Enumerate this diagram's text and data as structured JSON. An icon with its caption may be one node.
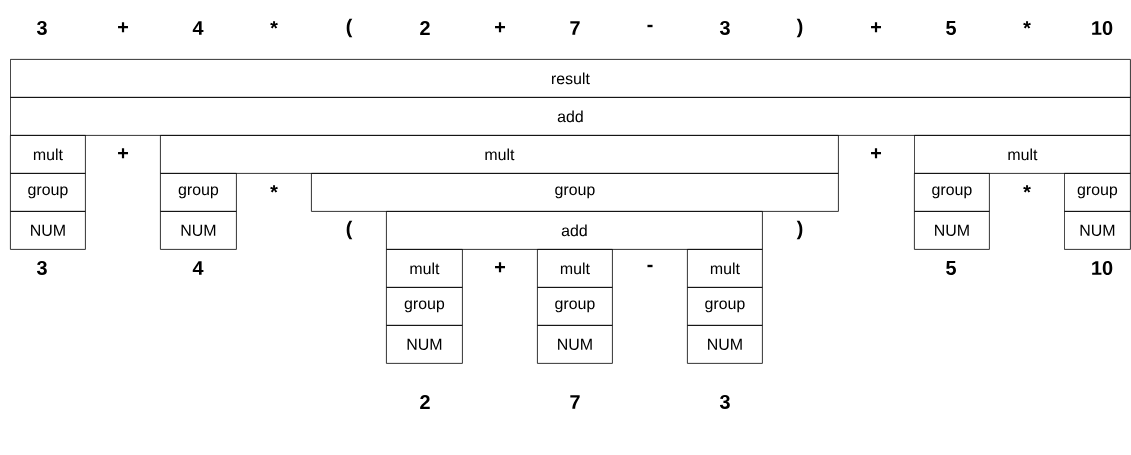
{
  "diagram": {
    "nodes": [
      {
        "text": [
          "result"
        ]
      },
      {
        "text": [
          "add"
        ]
      },
      {
        "text": [
          "mult"
        ]
      },
      {
        "text": [
          "mult"
        ]
      },
      {
        "text": [
          "mult"
        ]
      },
      {
        "text": [
          "group"
        ]
      },
      {
        "text": [
          "group"
        ]
      },
      {
        "text": [
          "group"
        ]
      },
      {
        "text": [
          "group"
        ]
      },
      {
        "text": [
          "group"
        ]
      },
      {
        "text": [
          "NUM"
        ]
      },
      {
        "text": [
          "NUM"
        ]
      },
      {
        "text": [
          "add"
        ]
      },
      {
        "text": [
          "NUM"
        ]
      },
      {
        "text": [
          "NUM"
        ]
      },
      {
        "text": [
          "mult"
        ]
      },
      {
        "text": [
          "mult"
        ]
      },
      {
        "text": [
          "mult"
        ]
      },
      {
        "text": [
          "group"
        ]
      },
      {
        "text": [
          "group"
        ]
      },
      {
        "text": [
          "group"
        ]
      },
      {
        "text": [
          "NUM"
        ]
      },
      {
        "text": [
          "NUM"
        ]
      },
      {
        "text": [
          "NUM"
        ]
      }
    ],
    "labels": [
      "3",
      "+",
      "4",
      "*",
      "(",
      "2",
      "+",
      "7",
      "-",
      "3",
      ")",
      "+",
      "5",
      "*",
      "10",
      "+",
      "+",
      "*",
      "*",
      "(",
      ")",
      "3",
      "4",
      "+",
      "-",
      "5",
      "10",
      "2",
      "7",
      "3"
    ]
  }
}
